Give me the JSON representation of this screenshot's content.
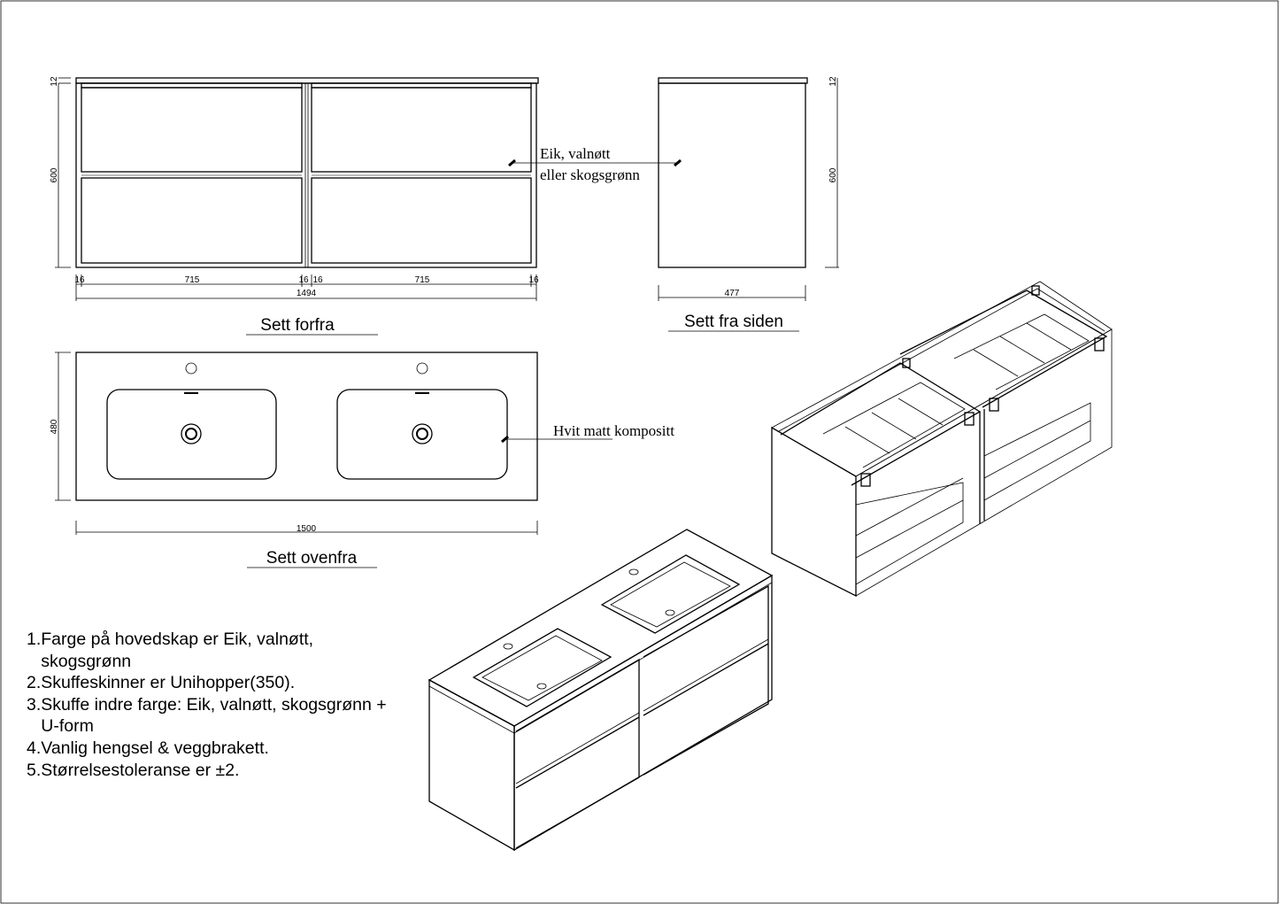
{
  "views": {
    "front": {
      "caption": "Sett forfra",
      "dims": {
        "top": "12",
        "height": "600",
        "side_l": "16",
        "width_l": "715",
        "mid_l": "16",
        "mid_r": "16",
        "width_r": "715",
        "side_r": "16",
        "total": "1494"
      }
    },
    "side": {
      "caption": "Sett fra siden",
      "dims": {
        "top": "12",
        "height": "600",
        "depth": "477"
      }
    },
    "top": {
      "caption": "Sett ovenfra",
      "dims": {
        "depth": "480",
        "width": "1500"
      }
    }
  },
  "callouts": {
    "cabinet_line1": "Eik, valnøtt",
    "cabinet_line2": "eller skogsgrønn",
    "top": "Hvit matt kompositt"
  },
  "notes": [
    "1.Farge på hovedskap er Eik, valnøtt,",
    "   skogsgrønn",
    "2.Skuffeskinner er Unihopper(350).",
    "3.Skuffe indre farge: Eik, valnøtt, skogsgrønn +",
    "   U-form",
    "4.Vanlig hengsel & veggbrakett.",
    "5.Størrelsestoleranse er ±2."
  ]
}
